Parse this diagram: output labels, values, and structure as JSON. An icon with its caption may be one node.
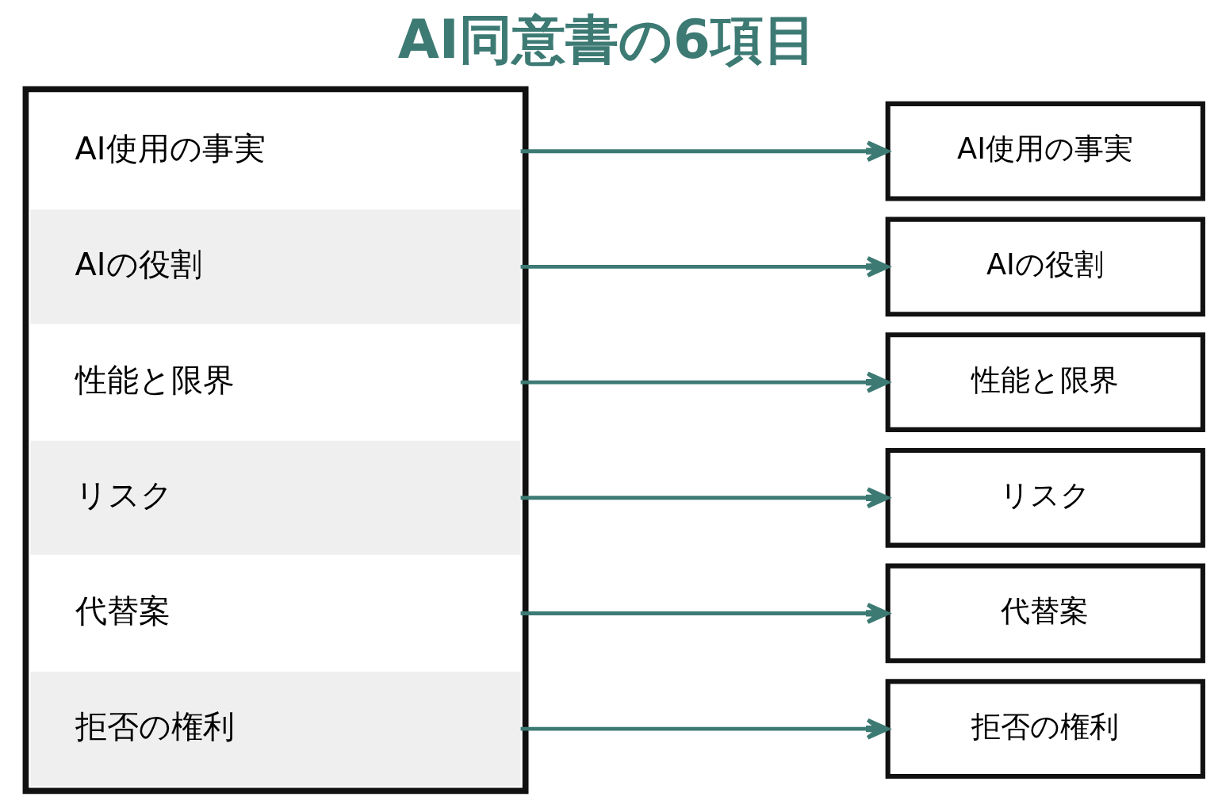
{
  "diagram": {
    "title": "AI同意書の6項目",
    "nodes": [
      {
        "text": [],
        "shape": "box"
      },
      {
        "text": [
          "AI使用の事実"
        ],
        "in": 0
      },
      {
        "text": [
          "AIの役割"
        ],
        "in": 0
      },
      {
        "text": [
          "性能と限界"
        ],
        "in": 0
      },
      {
        "text": [
          "リスク"
        ],
        "in": 0
      },
      {
        "text": [
          "代替案"
        ],
        "in": 0
      },
      {
        "text": [
          "拒否の権利"
        ],
        "in": 0
      },
      {
        "text": [
          "AI使用の事実"
        ]
      },
      {
        "text": [
          "AIの役割"
        ]
      },
      {
        "text": [
          "性能と限界"
        ]
      },
      {
        "text": [
          "リスク"
        ]
      },
      {
        "text": [
          "代替案"
        ]
      },
      {
        "text": [
          "拒否の権利"
        ]
      }
    ],
    "edges": [
      {
        "from": 1,
        "to": 7,
        "arrow": "to"
      },
      {
        "from": 2,
        "to": 8,
        "arrow": "to"
      },
      {
        "from": 3,
        "to": 9,
        "arrow": "to"
      },
      {
        "from": 4,
        "to": 10,
        "arrow": "to"
      },
      {
        "from": 5,
        "to": 11,
        "arrow": "to"
      },
      {
        "from": 6,
        "to": 12,
        "arrow": "to"
      }
    ]
  }
}
